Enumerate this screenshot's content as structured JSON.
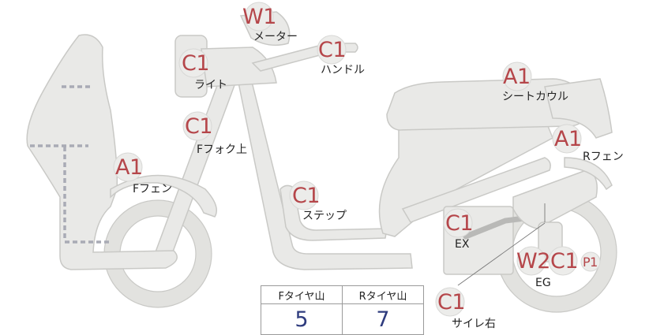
{
  "callouts": [
    {
      "id": "meter",
      "code": "W1",
      "name": "メーター"
    },
    {
      "id": "light",
      "code": "C1",
      "name": "ライト"
    },
    {
      "id": "handle",
      "code": "C1",
      "name": "ハンドル"
    },
    {
      "id": "seat-cowl",
      "code": "A1",
      "name": "シートカウル"
    },
    {
      "id": "ffork",
      "code": "C1",
      "name": "Fフォク上"
    },
    {
      "id": "rfender",
      "code": "A1",
      "name": "Rフェン"
    },
    {
      "id": "ffender",
      "code": "A1",
      "name": "Fフェン"
    },
    {
      "id": "step",
      "code": "C1",
      "name": "ステップ"
    },
    {
      "id": "ex",
      "code": "C1",
      "name": "EX"
    },
    {
      "id": "muffler",
      "code": "C1",
      "name": "サイレ右"
    }
  ],
  "engine": {
    "codes": [
      "W2",
      "C1"
    ],
    "extra": "P1",
    "name": "EG"
  },
  "tread": {
    "front_label": "Fタイヤ山",
    "rear_label": "Rタイヤ山",
    "front_value": "5",
    "rear_value": "7"
  },
  "colors": {
    "code": "#b5464a",
    "tread_value": "#2f3c7e",
    "body": "#e9e9e7"
  }
}
